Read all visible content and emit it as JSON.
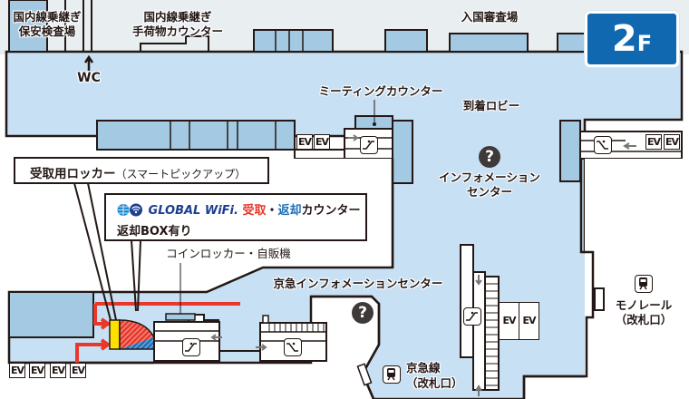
{
  "floor_badge": {
    "number": "2",
    "suffix": "F"
  },
  "colors": {
    "floor": "#c8e0f3",
    "block": "#a3cae2",
    "outside_top": "#e9eef1",
    "wall": "#231815",
    "badge": "#1068b0",
    "route": "#e8382c",
    "locker": "#ffe100",
    "return_blue": "#1e6fb8"
  },
  "labels": {
    "domestic_security_1": "国内線乗継ぎ",
    "domestic_security_2": "保安検査場",
    "domestic_baggage_1": "国内線乗継ぎ",
    "domestic_baggage_2": "手荷物カウンター",
    "immigration": "入国審査場",
    "wc": "WC",
    "meeting_counter": "ミーティングカウンター",
    "arrival_lobby": "到着ロビー",
    "info_center_1": "インフォメーション",
    "info_center_2": "センター",
    "coin_locker": "コインロッカー・自販機",
    "keikyu_info": "京急インフォメーションセンター",
    "monorail_1": "モノレール",
    "monorail_2": "（改札口）",
    "keikyu_line_1": "京急線",
    "keikyu_line_2": "（改札口）"
  },
  "callouts": {
    "locker_title": "受取用ロッカー",
    "locker_sub": "（スマートピックアップ）",
    "wifi_brand": "GLOBAL WiFi.",
    "wifi_receive": "受取",
    "wifi_dot": "・",
    "wifi_return": "返却",
    "wifi_counter": "カウンター",
    "wifi_box": "返却BOX有り"
  },
  "ev_label": "EV",
  "info_icon": "?",
  "icons": [
    "escalator-icon",
    "info-icon",
    "train-icon",
    "wifi-globe-icon",
    "arrow-up-icon"
  ]
}
